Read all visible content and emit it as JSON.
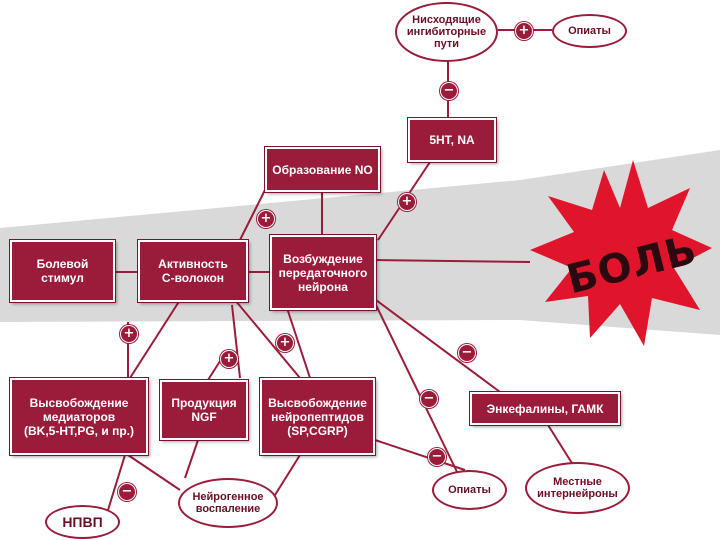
{
  "colors": {
    "box_fill": "#9b1c3a",
    "line": "#9b1c3a",
    "band": "#d9d9d9",
    "burst": "#e0142a",
    "text_light": "#ffffff",
    "text_dark": "#2a0a10"
  },
  "nodes": {
    "pain_stimulus": "Болевой\nстимул",
    "c_fiber_activity": "Активность\nС-волокон",
    "transmitting_neuron": "Возбуждение\nпередаточного\nнейрона",
    "no_formation": "Образование NO",
    "descending_paths": "Нисходящие\nингибиторные\nпути",
    "opiates_top": "Опиаты",
    "serotonin_na": "5HT, NA",
    "pain": "БОЛЬ",
    "mediator_release": "Высвобождение\nмедиаторов\n(BK,5-HT,PG, и пр.)",
    "ngf_production": "Продукция\nNGF",
    "neuropeptide_release": "Высвобождение\nнейропептидов\n(SP,CGRP)",
    "enkephalins": "Энкефалины, ГАМК",
    "opiates_bottom": "Опиаты",
    "local_interneurons": "Местные\nинтернейроны",
    "neurogenic_inflammation": "Нейрогенное\nвоспаление",
    "nsaid": "НПВП"
  },
  "signs": {
    "plus": "+",
    "minus": "−"
  }
}
